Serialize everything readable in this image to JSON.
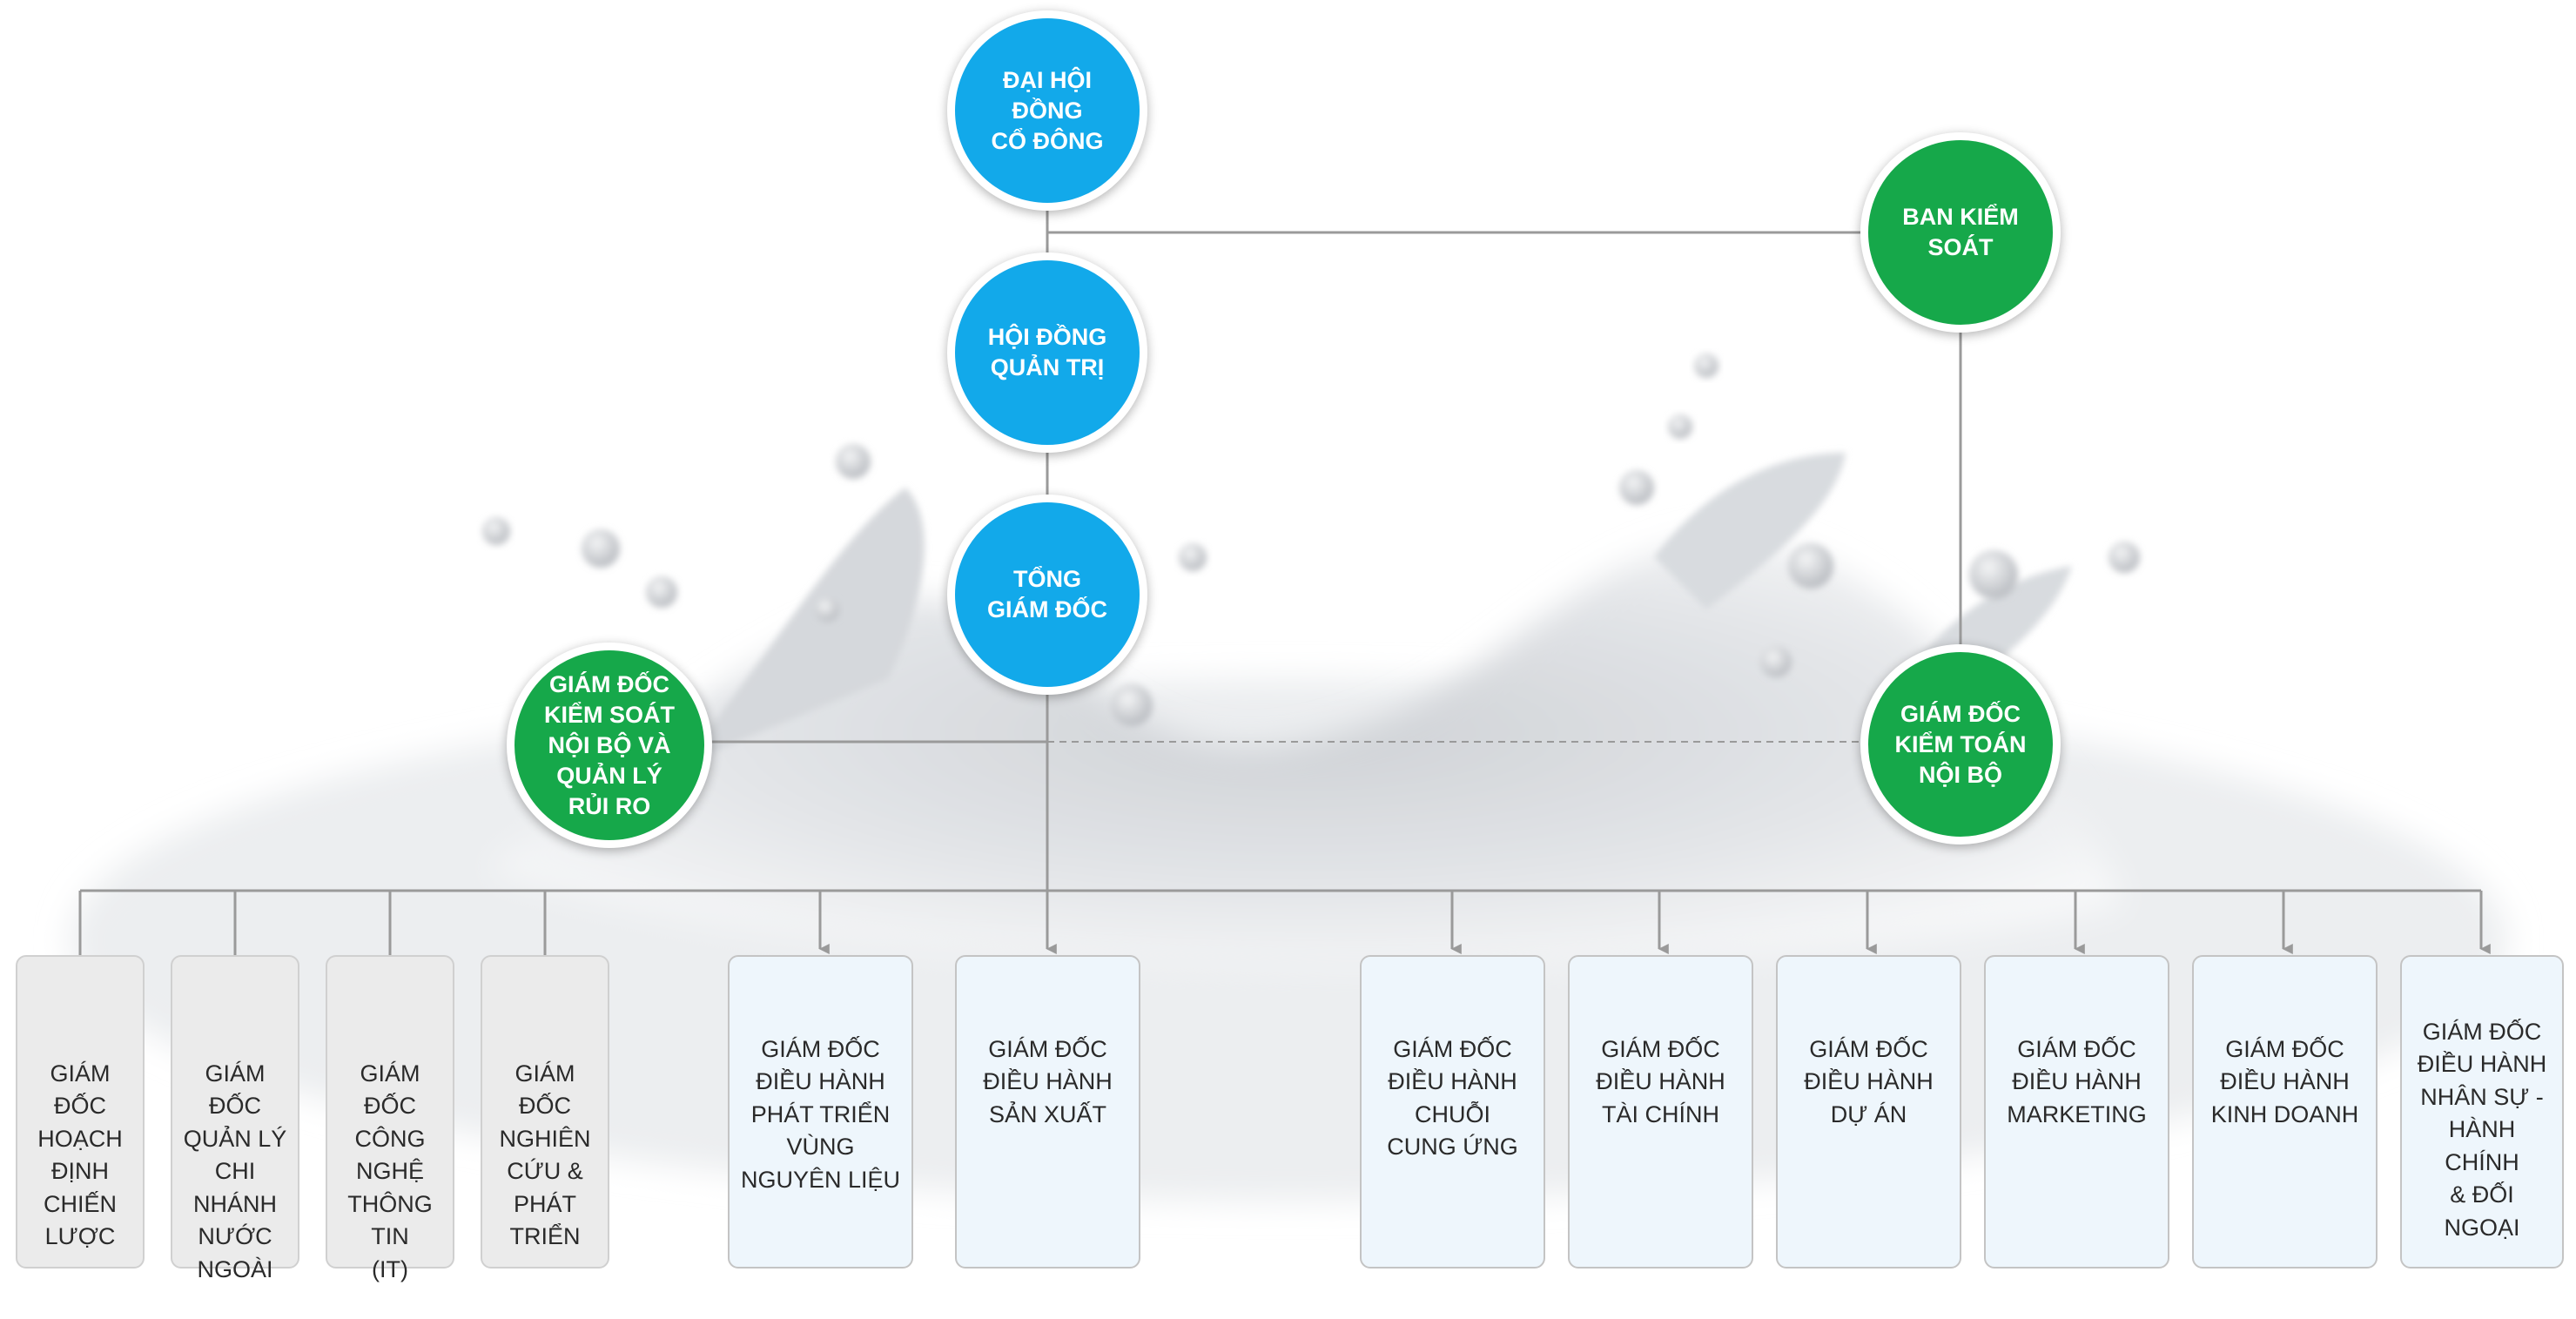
{
  "colors": {
    "blue": "#12a9ea",
    "green": "#16a84a",
    "line": "#9a9a9a"
  },
  "governance": {
    "shareholders": "ĐẠI HỘI\nĐỒNG\nCỔ ĐÔNG",
    "board": "HỘI ĐỒNG\nQUẢN TRỊ",
    "ceo": "TỔNG\nGIÁM ĐỐC",
    "supervisory": "BAN KIỂM\nSOÁT",
    "internal_control": "GIÁM ĐỐC\nKIỂM SOÁT\nNỘI BỘ VÀ\nQUẢN LÝ\nRỦI RO",
    "internal_audit": "GIÁM ĐỐC\nKIỂM TOÁN\nNỘI BỘ"
  },
  "directors": [
    "GIÁM\nĐỐC\nHOẠCH\nĐỊNH\nCHIẾN\nLƯỢC",
    "GIÁM\nĐỐC\nQUẢN LÝ\nCHI\nNHÁNH\nNƯỚC\nNGOÀI",
    "GIÁM\nĐỐC\nCÔNG\nNGHỆ\nTHÔNG\nTIN\n(IT)",
    "GIÁM\nĐỐC\nNGHIÊN\nCỨU &\nPHÁT\nTRIỂN",
    "GIÁM ĐỐC\nĐIỀU HÀNH\nPHÁT TRIỂN\nVÙNG\nNGUYÊN LIỆU",
    "GIÁM ĐỐC\nĐIỀU HÀNH\nSẢN XUẤT",
    "GIÁM ĐỐC\nĐIỀU HÀNH\nCHUỖI\nCUNG ỨNG",
    "GIÁM ĐỐC\nĐIỀU HÀNH\nTÀI CHÍNH",
    "GIÁM ĐỐC\nĐIỀU HÀNH\nDỰ ÁN",
    "GIÁM ĐỐC\nĐIỀU HÀNH\nMARKETING",
    "GIÁM ĐỐC\nĐIỀU HÀNH\nKINH DOANH",
    "GIÁM ĐỐC\nĐIỀU HÀNH\nNHÂN SỰ -\nHÀNH\nCHÍNH\n& ĐỐI NGOẠI"
  ]
}
